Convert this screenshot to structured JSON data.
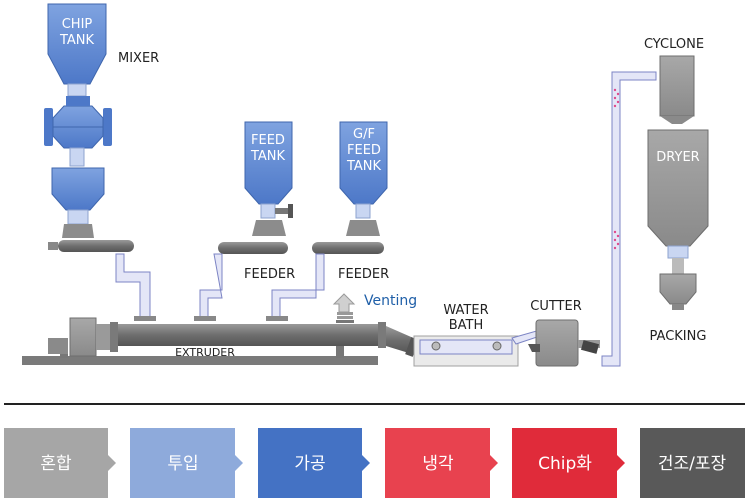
{
  "labels": {
    "chip_tank_1": "CHIP",
    "chip_tank_2": "TANK",
    "mixer": "MIXER",
    "feed_tank_1": "FEED",
    "feed_tank_2": "TANK",
    "gf_tank_1": "G/F",
    "gf_tank_2": "FEED",
    "gf_tank_3": "TANK",
    "feeder_1": "FEEDER",
    "feeder_2": "FEEDER",
    "venting": "Venting",
    "water_bath_1": "WATER",
    "water_bath_2": "BATH",
    "cutter": "CUTTER",
    "cyclone": "CYCLONE",
    "dryer": "DRYER",
    "packing": "PACKING",
    "extruder": "EXTRUDER"
  },
  "steps": [
    {
      "label": "혼합",
      "color": "#a6a6a6"
    },
    {
      "label": "투입",
      "color": "#8eaadb"
    },
    {
      "label": "가공",
      "color": "#4472c4"
    },
    {
      "label": "냉각",
      "color": "#e8424f"
    },
    {
      "label": "Chip화",
      "color": "#e02b3a"
    },
    {
      "label": "건조/포장",
      "color": "#595959"
    }
  ]
}
